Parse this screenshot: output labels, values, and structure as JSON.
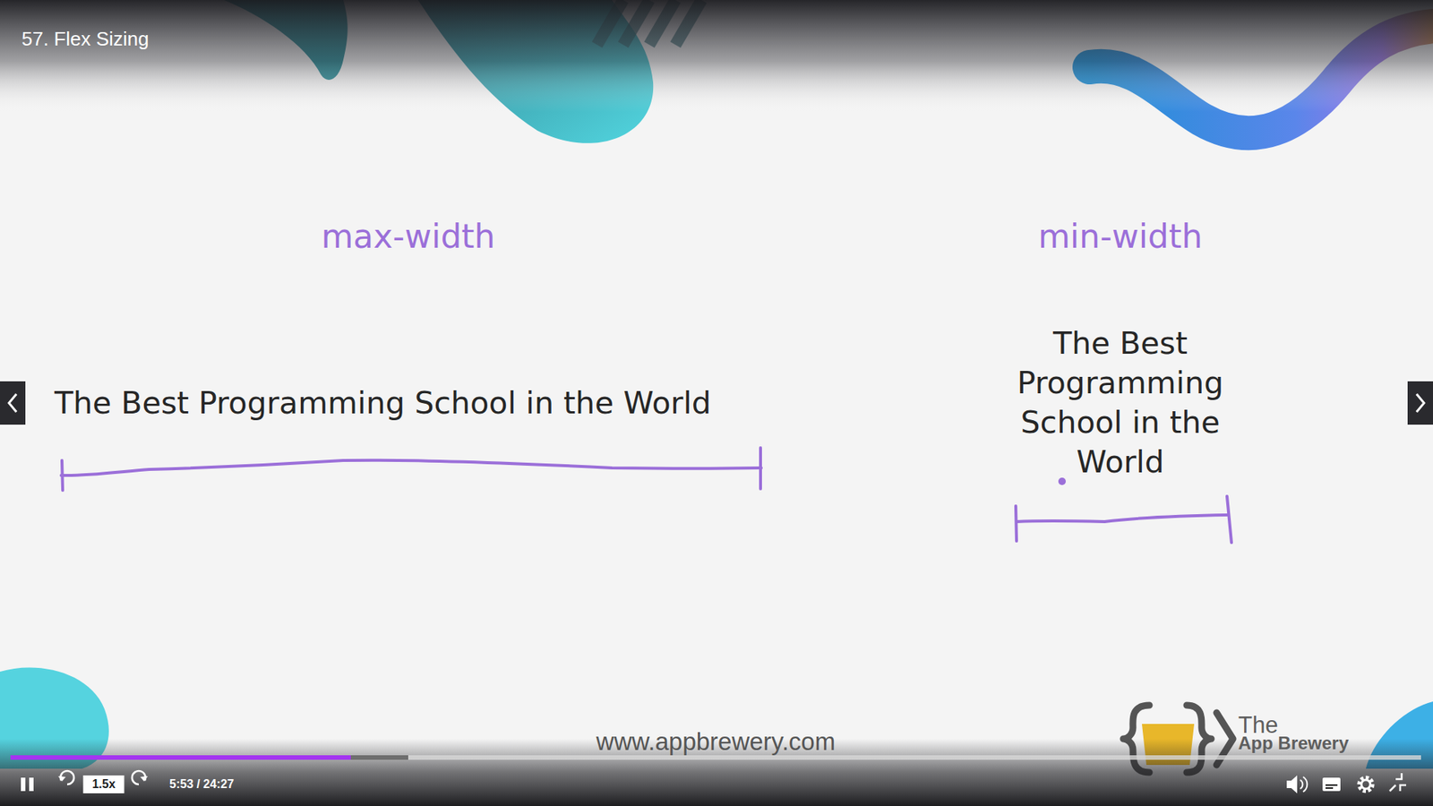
{
  "diagram": {
    "title": "57. Flex Sizing",
    "labels": [
      "max-width",
      "min-width",
      "The Best Programming School in the World",
      "The Best Programming School in the World",
      "www.appbrewery.com",
      "The",
      "App Brewery",
      "1.5x",
      "5:53 / 24:27"
    ]
  }
}
